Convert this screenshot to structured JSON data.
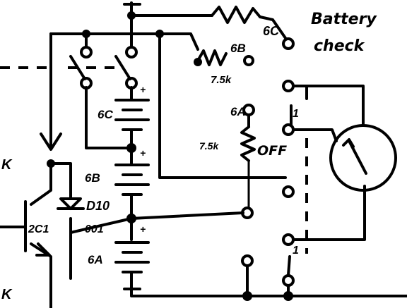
{
  "labels": {
    "battery_title_1": "Battery",
    "battery_title_2": "check",
    "switch_6c": "6C",
    "switch_6b": "6B",
    "switch_6a": "6A",
    "res_6b_value": "7.5k",
    "res_6a_value": "7.5k",
    "off_label": "OFF",
    "bat_6c": "6C",
    "bat_6b": "6B",
    "bat_6a": "6A",
    "diode_label": "D10",
    "transistor_label": "2C1",
    "transistor_label_2": "001",
    "plus_1": "+",
    "plus_2": "+",
    "plus_3": "+",
    "left_k_1": "K",
    "left_k_2": "K",
    "pos_1": "1",
    "pos_2": "1"
  }
}
